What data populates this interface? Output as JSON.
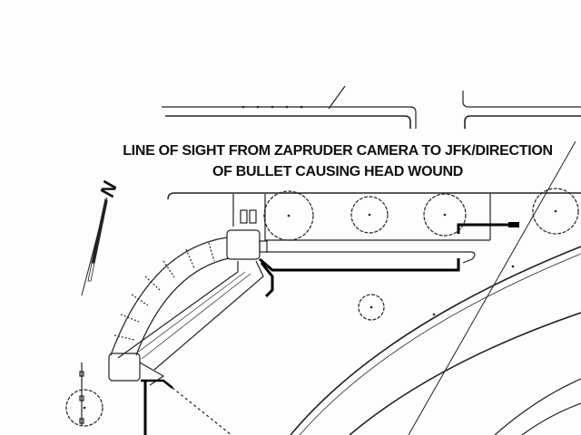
{
  "title": {
    "line1": "LINE OF SIGHT FROM ZAPRUDER CAMERA TO JFK/DIRECTION",
    "line2": "OF BULLET CAUSING HEAD WOUND"
  },
  "north_label": "N"
}
